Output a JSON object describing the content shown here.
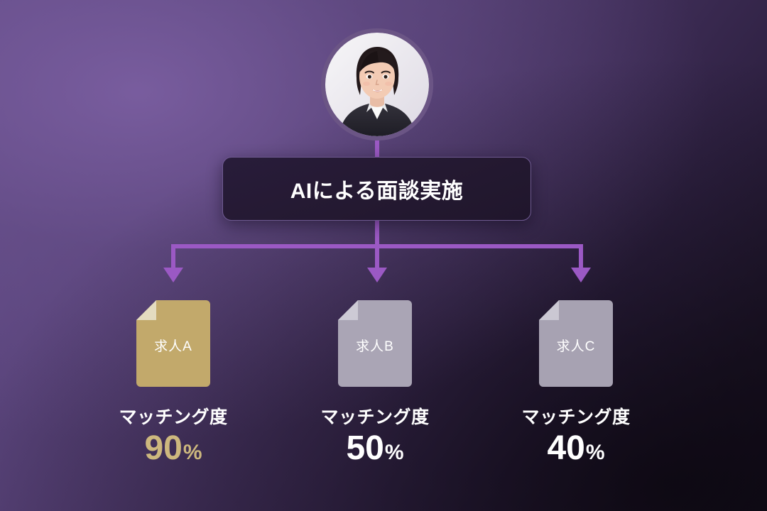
{
  "diagram": {
    "title": "AI interview matching flow",
    "background": {
      "from": "#6a5190",
      "to": "#171021"
    },
    "connector_color": "#9b59c4",
    "avatar": {
      "name": "candidate-avatar",
      "alt": "女性の顔写真",
      "ring_color": "#6b5585"
    },
    "center_node": {
      "label": "AIによる面談実施",
      "fill": "#241933",
      "border": "#6f5a92",
      "text_color": "#ffffff"
    },
    "jobs": [
      {
        "doc_label": "求人A",
        "doc_color": "#c2a96b",
        "doc_fold_color": "#e4dcc0",
        "match_label": "マッチング度",
        "match_value": "90",
        "percent_symbol": "%",
        "value_color": "#cdb87e",
        "highlighted": true
      },
      {
        "doc_label": "求人B",
        "doc_color": "#aaa5b5",
        "doc_fold_color": "#cdcad5",
        "match_label": "マッチング度",
        "match_value": "50",
        "percent_symbol": "%",
        "value_color": "#ffffff",
        "highlighted": false
      },
      {
        "doc_label": "求人C",
        "doc_color": "#a7a2b2",
        "doc_fold_color": "#cbc8d3",
        "match_label": "マッチング度",
        "match_value": "40",
        "percent_symbol": "%",
        "value_color": "#ffffff",
        "highlighted": false
      }
    ]
  }
}
